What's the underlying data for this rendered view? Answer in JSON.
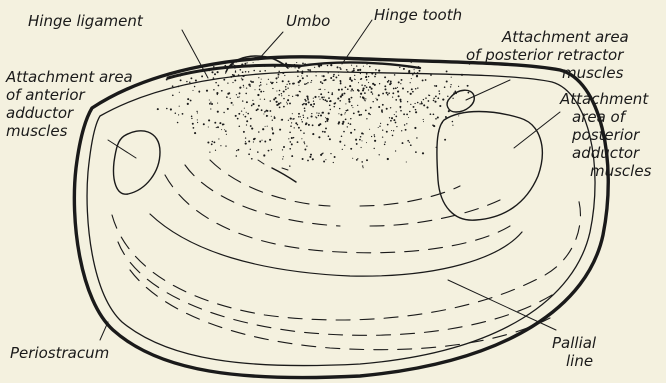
{
  "labels": {
    "hinge_ligament": "Hinge ligament",
    "umbo": "Umbo",
    "hinge_tooth": "Hinge tooth",
    "posterior_retractor_1": "Attachment area",
    "posterior_retractor_2": "of posterior retractor",
    "posterior_retractor_3": "muscles",
    "anterior_adductor_1": "Attachment area",
    "anterior_adductor_2": "of anterior",
    "anterior_adductor_3": "adductor",
    "anterior_adductor_4": "muscles",
    "posterior_adductor_1": "Attachment",
    "posterior_adductor_2": "area of",
    "posterior_adductor_3": "posterior",
    "posterior_adductor_4": "adductor",
    "posterior_adductor_5": "muscles",
    "periostracum": "Periostracum",
    "pallial_line_1": "Pallial",
    "pallial_line_2": "line"
  },
  "colors": {
    "ink": "#1a1a1a",
    "paper": "#f4f1df"
  }
}
